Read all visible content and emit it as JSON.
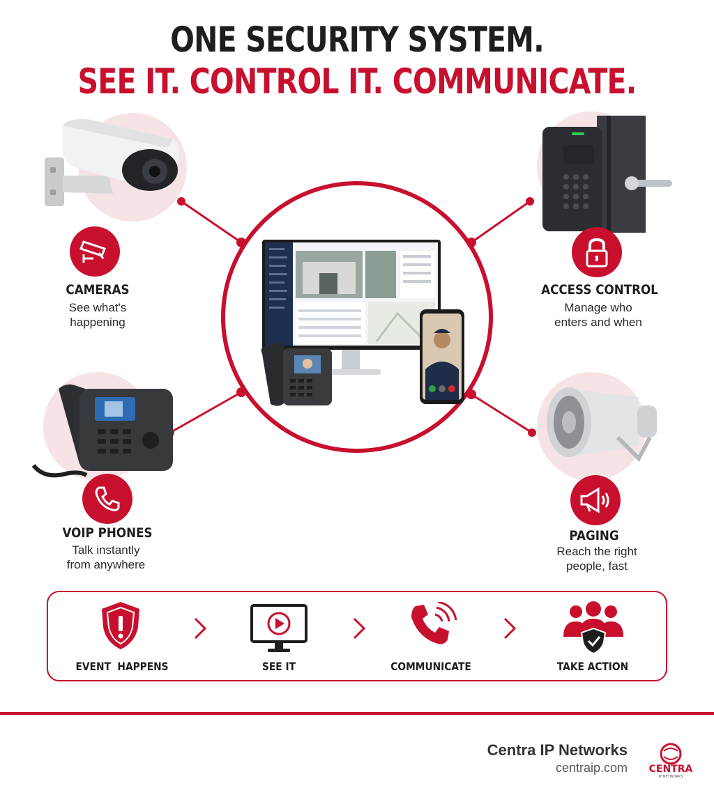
{
  "header": {
    "line1": "ONE SECURITY SYSTEM.",
    "line2": "SEE IT. CONTROL IT. COMMUNICATE."
  },
  "features": {
    "cameras": {
      "title": "CAMERAS",
      "desc_line1": "See what's",
      "desc_line2": "happening"
    },
    "access": {
      "title": "ACCESS CONTROL",
      "desc_line1": "Manage who",
      "desc_line2": "enters and when"
    },
    "voip": {
      "title": "VOIP PHONES",
      "desc_line1": "Talk instantly",
      "desc_line2": "from anywhere"
    },
    "paging": {
      "title": "PAGING",
      "desc_line1": "Reach the right",
      "desc_line2": "people, fast"
    }
  },
  "process": {
    "steps": [
      "EVENT  HAPPENS",
      "SEE IT",
      "COMMUNICATE",
      "TAKE ACTION"
    ],
    "icons": [
      "shield-alert-icon",
      "monitor-play-icon",
      "phone-ringing-icon",
      "team-shield-icon"
    ]
  },
  "footer": {
    "company": "Centra IP Networks",
    "website": "centraip.com",
    "logo_text": "CENTRA",
    "logo_subtext": "IP NETWORKS"
  },
  "colors": {
    "accent": "#c8102e",
    "dark": "#1e1e1e",
    "soft_pink": "#f6e3e6"
  }
}
